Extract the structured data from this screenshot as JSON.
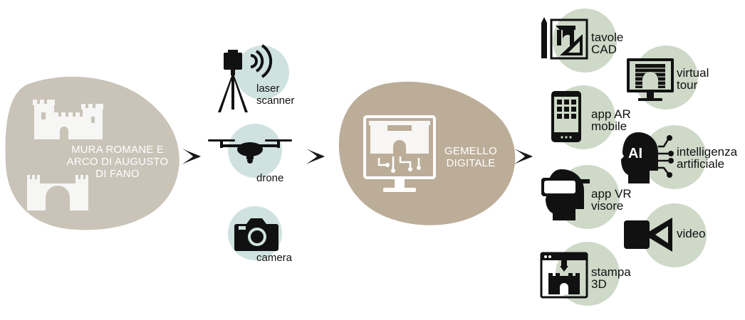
{
  "source_blob": {
    "label_lines": [
      "MURA ROMANE E",
      "ARCO DI AUGUSTO",
      "DI FANO"
    ]
  },
  "capture_tools": [
    {
      "label_lines": [
        "laser",
        "scanner"
      ],
      "icon": "laser-scanner-icon"
    },
    {
      "label_lines": [
        "drone"
      ],
      "icon": "drone-icon"
    },
    {
      "label_lines": [
        "camera"
      ],
      "icon": "camera-icon"
    }
  ],
  "twin_blob": {
    "label_lines": [
      "GEMELLO",
      "DIGITALE"
    ]
  },
  "outputs": [
    {
      "label_lines": [
        "tavole",
        "CAD"
      ],
      "icon": "cad-drawing-icon"
    },
    {
      "label_lines": [
        "virtual",
        "tour"
      ],
      "icon": "virtual-tour-monitor-icon"
    },
    {
      "label_lines": [
        "app AR",
        "mobile"
      ],
      "icon": "smartphone-icon"
    },
    {
      "label_lines": [
        "intelligenza",
        "artificiale"
      ],
      "icon": "ai-head-icon",
      "icon_text": "AI"
    },
    {
      "label_lines": [
        "app VR",
        "visore"
      ],
      "icon": "vr-headset-icon"
    },
    {
      "label_lines": [
        "video"
      ],
      "icon": "video-camera-icon"
    },
    {
      "label_lines": [
        "stampa",
        "3D"
      ],
      "icon": "3d-printer-icon"
    }
  ],
  "colors": {
    "source_blob": "#c9c3b8",
    "twin_blob": "#bcad98",
    "tool_circle": "#cfe2df",
    "output_circle": "#ced9c8",
    "icon": "#111111",
    "arrow": "#1a1a1a"
  }
}
